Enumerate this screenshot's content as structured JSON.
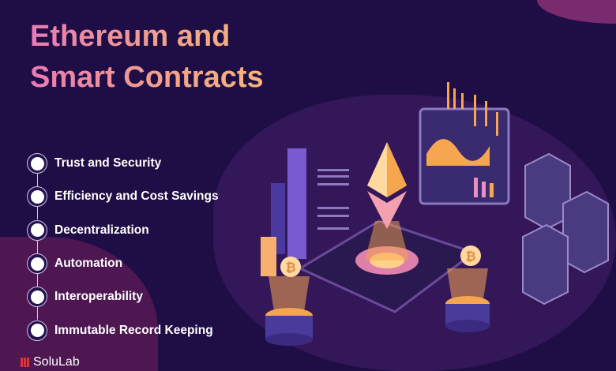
{
  "title": {
    "line1": "Ethereum and",
    "line2": "Smart Contracts"
  },
  "features": [
    "Trust and Security",
    "Efficiency and Cost Savings",
    "Decentralization",
    "Automation",
    "Interoperability",
    "Immutable Record Keeping"
  ],
  "brand": "SoluLab",
  "colors": {
    "background": "#1f0e46",
    "title_start": "#ea7ab5",
    "title_end": "#f6b57a",
    "accent_orange": "#f7a650"
  }
}
